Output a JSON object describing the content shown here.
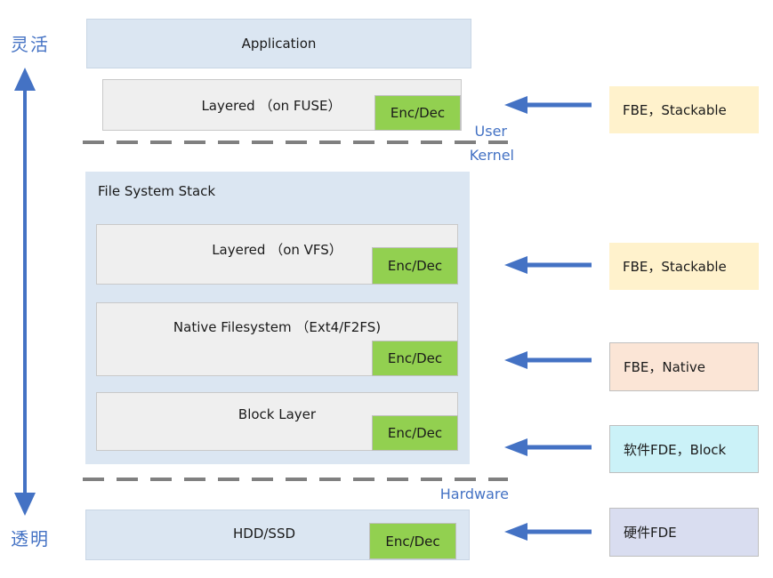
{
  "axis": {
    "flexible": "灵活",
    "transparent": "透明"
  },
  "boundaries": {
    "user": "User",
    "kernel": "Kernel",
    "hardware": "Hardware"
  },
  "stack": {
    "application": "Application",
    "layered_fuse": "Layered （on FUSE）",
    "fs_title": "File System Stack",
    "layered_vfs": "Layered （on VFS）",
    "native_fs": "Native Filesystem （Ext4/F2FS)",
    "block_layer": "Block Layer",
    "hdd_ssd": "HDD/SSD",
    "enc_dec": "Enc/Dec"
  },
  "annotations": [
    {
      "label": "FBE，Stackable",
      "fill": "#fff2cc"
    },
    {
      "label": "FBE，Stackable",
      "fill": "#fff2cc"
    },
    {
      "label": "FBE，Native",
      "fill": "#fbe5d6"
    },
    {
      "label": "软件FDE，Block",
      "fill": "#cbf2f8"
    },
    {
      "label": "硬件FDE",
      "fill": "#d9ddf0"
    }
  ],
  "colors": {
    "accent_blue": "#4472c4",
    "panel_blue": "#dbe6f2",
    "box_gray": "#efefef",
    "enc_dec_green": "#92d050",
    "dash_gray": "#808080",
    "text": "#262626"
  }
}
